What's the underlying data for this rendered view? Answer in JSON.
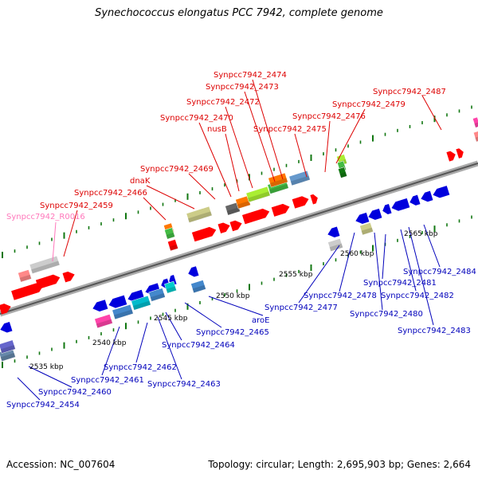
{
  "title": "Synechococcus elongatus PCC 7942, complete genome",
  "footer": {
    "accession": "Accession: NC_007604",
    "topology": "Topology: circular; Length: 2,695,903 bp; Genes: 2,664"
  },
  "colors": {
    "forward_label": "#dd0000",
    "reverse_label": "#0000bb",
    "rna_label": "#ff77bb",
    "backbone": "#888888",
    "ticks": "#117711"
  },
  "kbp_labels": [
    "2535 kbp",
    "2540 kbp",
    "2545 kbp",
    "2550 kbp",
    "2555 kbp",
    "2560 kbp",
    "2565 kbp"
  ],
  "forward_labels": [
    "Synpcc7942_R0016",
    "Synpcc7942_2459",
    "Synpcc7942_2466",
    "dnaK",
    "Synpcc7942_2469",
    "Synpcc7942_2470",
    "nusB",
    "Synpcc7942_2472",
    "Synpcc7942_2473",
    "Synpcc7942_2474",
    "Synpcc7942_2475",
    "Synpcc7942_2476",
    "Synpcc7942_2479",
    "Synpcc7942_2487"
  ],
  "reverse_labels": [
    "Synpcc7942_2454",
    "Synpcc7942_2460",
    "Synpcc7942_2461",
    "Synpcc7942_2462",
    "Synpcc7942_2463",
    "Synpcc7942_2464",
    "Synpcc7942_2465",
    "aroE",
    "Synpcc7942_2477",
    "Synpcc7942_2478",
    "Synpcc7942_2480",
    "Synpcc7942_2481",
    "Synpcc7942_2482",
    "Synpcc7942_2483",
    "Synpcc7942_2484"
  ]
}
